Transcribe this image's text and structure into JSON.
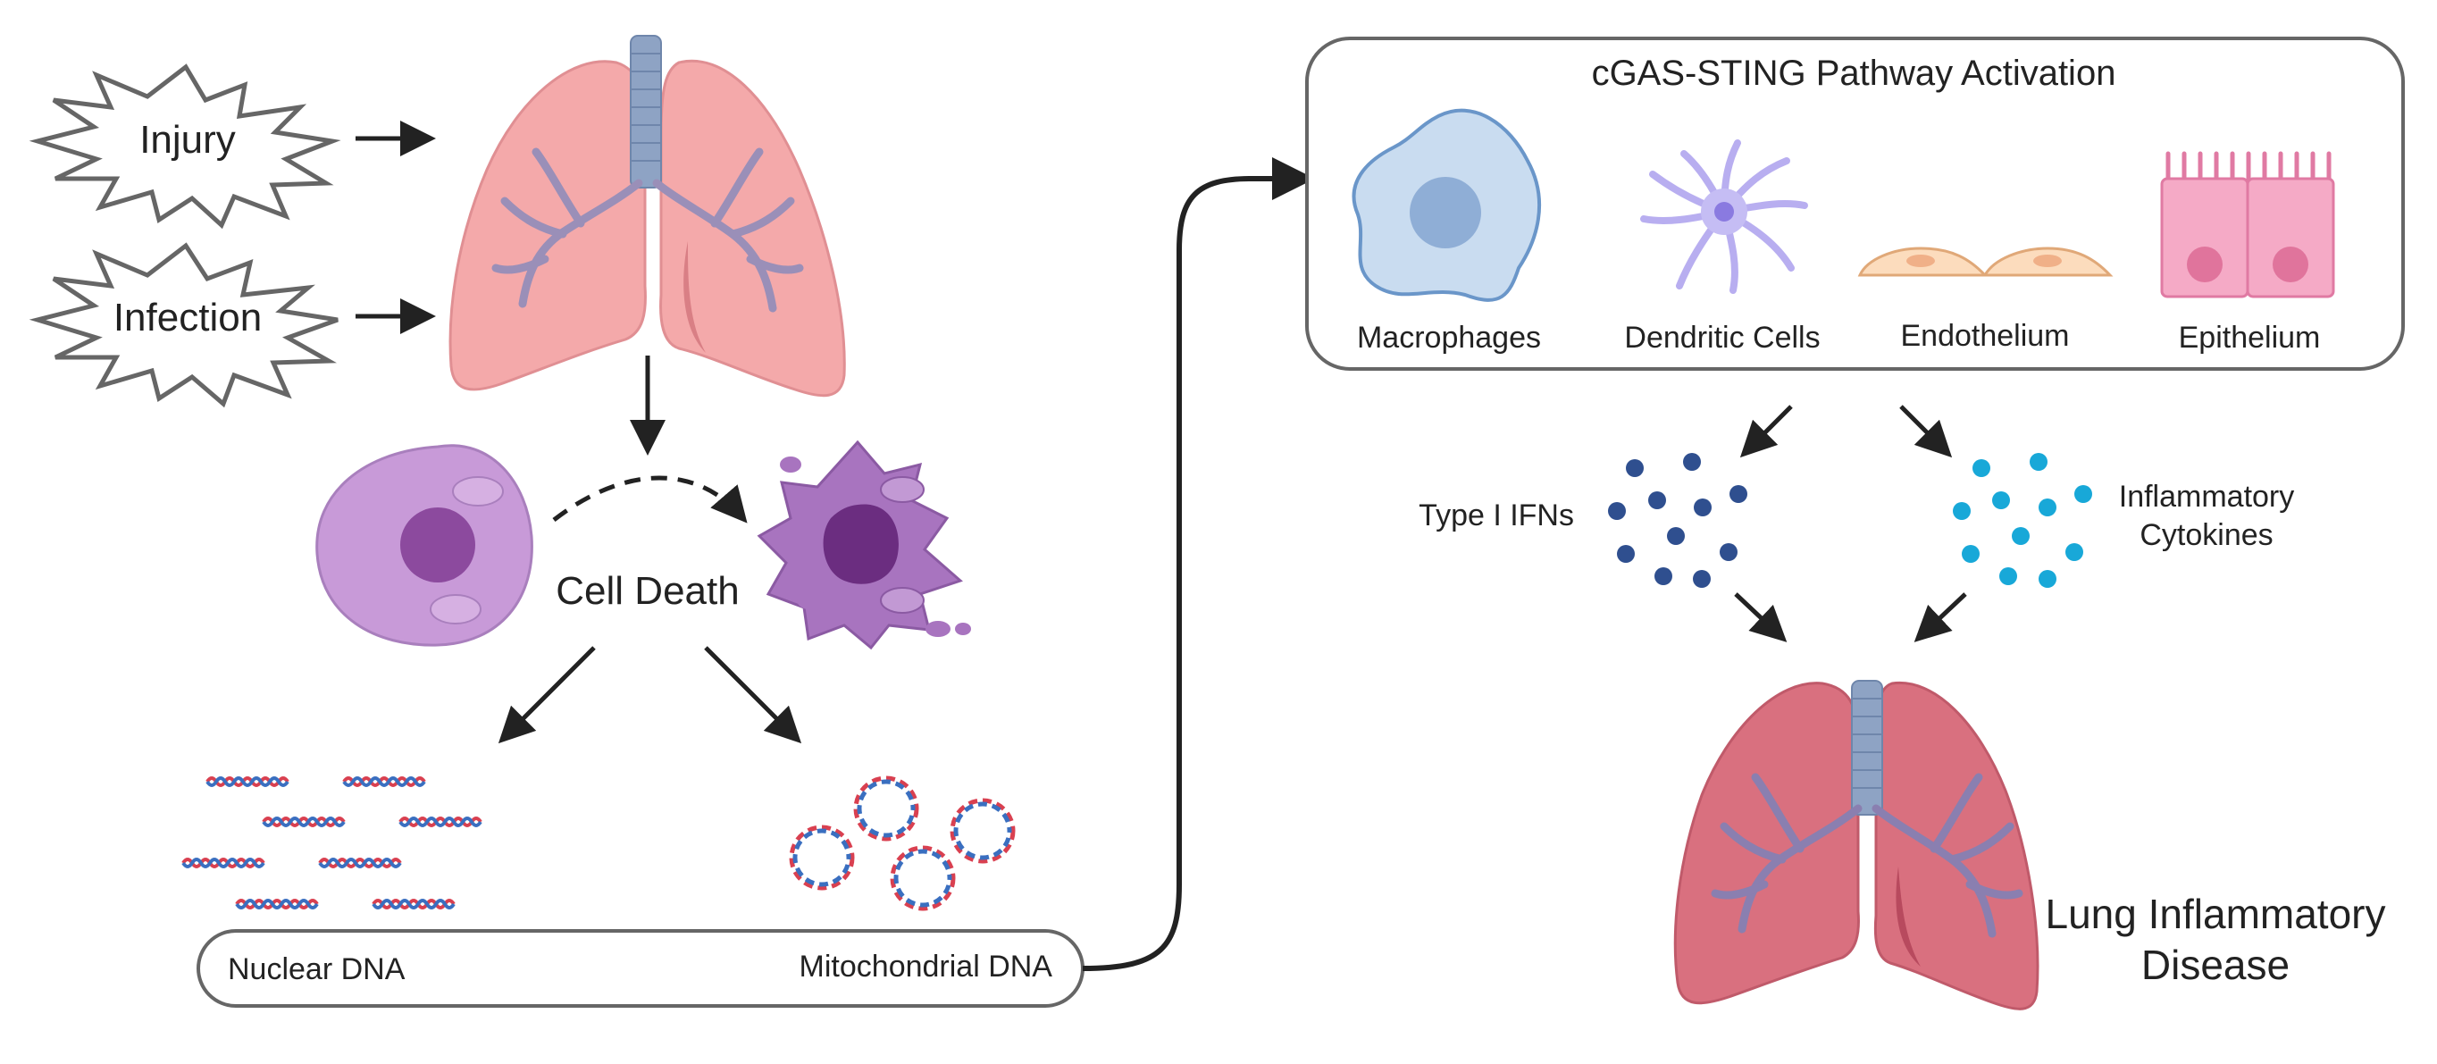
{
  "triggers": {
    "injury": "Injury",
    "infection": "Infection"
  },
  "cell_death": {
    "label": "Cell Death"
  },
  "dna_box": {
    "nuclear": "Nuclear DNA",
    "mitochondrial": "Mitochondrial DNA"
  },
  "pathway": {
    "title": "cGAS-STING Pathway Activation",
    "cells": {
      "macrophages": "Macrophages",
      "dendritic": "Dendritic Cells",
      "endothelium": "Endothelium",
      "epithelium": "Epithelium"
    }
  },
  "mediators": {
    "ifn": "Type I IFNs",
    "cytokines_line1": "Inflammatory",
    "cytokines_line2": "Cytokines"
  },
  "outcome": {
    "line1": "Lung Inflammatory",
    "line2": "Disease"
  },
  "colors": {
    "lung_healthy": "#f4a9aa",
    "lung_disease": "#d9707f",
    "trachea": "#8ea3c4",
    "cell_purple": "#c89ad8",
    "macrophage": "#c9dcf0",
    "dendritic": "#b8aef0",
    "endothelium": "#fcdcbd",
    "epithelium": "#f5aac6",
    "ifn_dot": "#2f4f8f",
    "cytokine_dot": "#18a8d8",
    "dna_red": "#d94050",
    "dna_blue": "#3a6fc0",
    "arrow": "#222222",
    "box_stroke": "#666666"
  }
}
